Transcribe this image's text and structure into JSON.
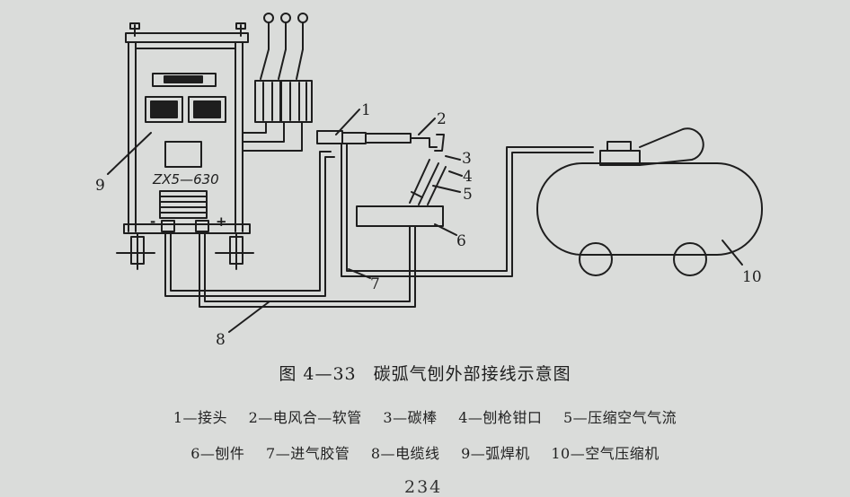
{
  "diagram": {
    "machine_model": "ZX5—630",
    "polarity_minus": "-",
    "polarity_plus": "+",
    "labels": [
      "1",
      "2",
      "3",
      "4",
      "5",
      "6",
      "7",
      "8",
      "9",
      "10"
    ]
  },
  "caption": {
    "figure_no": "图 4—33",
    "title": "碳弧气刨外部接线示意图"
  },
  "legend": {
    "row1": [
      "1—接头",
      "2—电风合—软管",
      "3—碳棒",
      "4—刨枪钳口",
      "5—压缩空气气流"
    ],
    "row2": [
      "6—刨件",
      "7—进气胶管",
      "8—电缆线",
      "9—弧焊机",
      "10—空气压缩机"
    ]
  },
  "page_number": "234"
}
